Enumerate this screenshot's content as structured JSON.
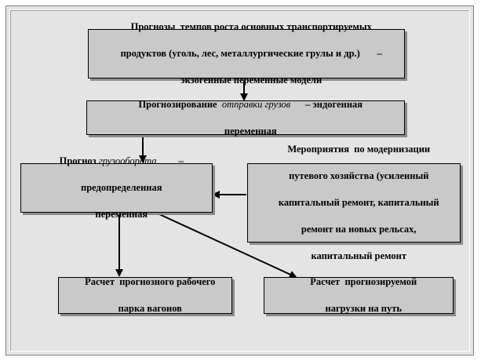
{
  "boxes": {
    "box1": {
      "line1": "Прогнозы  темпов роста основных транспортируемых",
      "line2": "продуктов (уголь, лес, металлургические грулы и др.)       –",
      "line3": "экзогенные переменные модели"
    },
    "box2": {
      "line1_prefix": "Прогнозирование  ",
      "line1_italic": "отправки грузов",
      "line1_suffix": "      – эндогенная",
      "line2": "переменная"
    },
    "box3": {
      "line1_prefix": "Прогноз ",
      "line1_italic": "грузооборота",
      "line1_suffix": "         –",
      "line2": "предопределенная",
      "line3": "переменная"
    },
    "box4": {
      "line1": "Мероприятия  по модернизации",
      "line2": "путевого хозяйства (усиленный",
      "line3": "капитальный ремонт, капитальный",
      "line4": "ремонт на новых рельсах,",
      "line5": "капитальный ремонт"
    },
    "box5": {
      "line1": "Расчет  прогнозного рабочего",
      "line2": "парка вагонов"
    },
    "box6": {
      "line1": "Расчет  прогнозируемой",
      "line2": "нагрузки на путь"
    }
  }
}
